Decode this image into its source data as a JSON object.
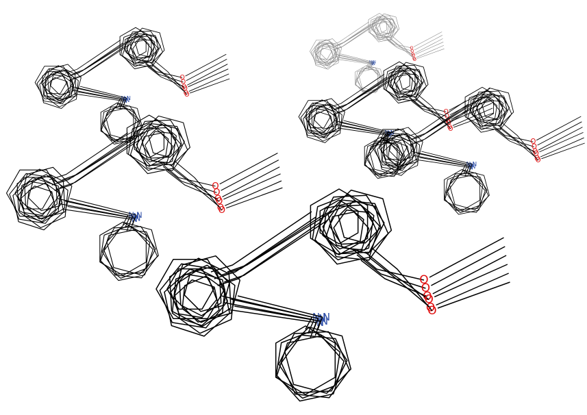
{
  "scene": {
    "bond_color": "#000000",
    "nitrogen_color": "#3050a8",
    "oxygen_color": "#e01010",
    "background": "#ffffff"
  },
  "labels": {
    "nitrogen": "N",
    "oxygen": "O"
  },
  "clusters": [
    {
      "id": "cluster-top-left",
      "conformers": 6,
      "stroke": "#000000"
    },
    {
      "id": "cluster-top-right-faint",
      "conformers": 6,
      "stroke": "#888888"
    },
    {
      "id": "cluster-right-upper",
      "conformers": 6,
      "stroke": "#000000"
    },
    {
      "id": "cluster-right-lower",
      "conformers": 6,
      "stroke": "#000000"
    },
    {
      "id": "cluster-middle-left",
      "conformers": 6,
      "stroke": "#000000"
    },
    {
      "id": "cluster-bottom-large",
      "conformers": 6,
      "stroke": "#000000"
    }
  ]
}
